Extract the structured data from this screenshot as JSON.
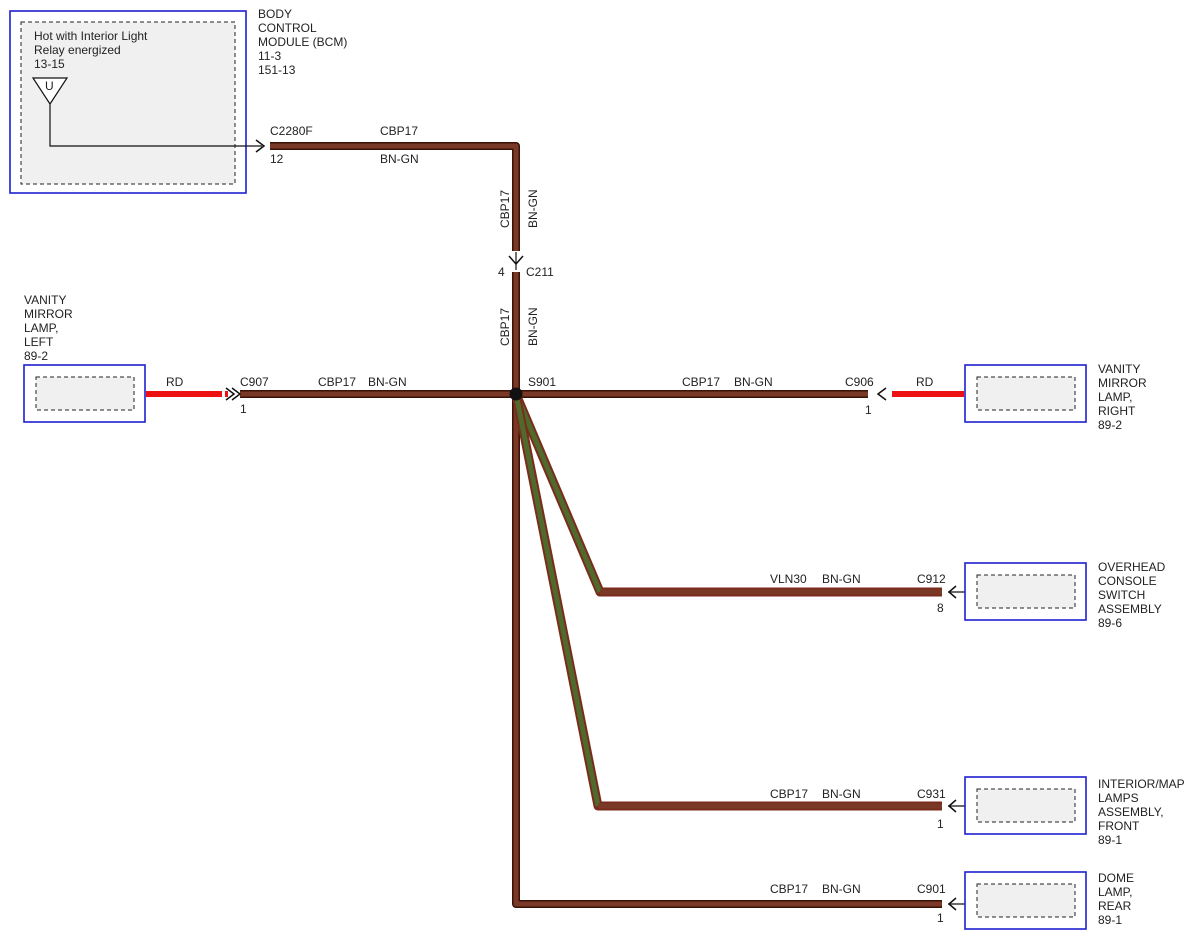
{
  "bcm": {
    "title_lines": [
      "BODY",
      "CONTROL",
      "MODULE (BCM)",
      "11-3",
      "151-13"
    ],
    "inner_text_lines": [
      "Hot with Interior Light",
      "Relay energized",
      "13-15"
    ],
    "symbol_letter": "U"
  },
  "c2280f": {
    "connector": "C2280F",
    "pin": "12",
    "circuit": "CBP17",
    "color": "BN-GN"
  },
  "vertical_upper": {
    "circuit": "CBP17",
    "color": "BN-GN"
  },
  "c211": {
    "connector": "C211",
    "pin": "4"
  },
  "vertical_lower": {
    "circuit": "CBP17",
    "color": "BN-GN"
  },
  "splice": {
    "label": "S901"
  },
  "vanity_left": {
    "title_lines": [
      "VANITY",
      "MIRROR",
      "LAMP,",
      "LEFT",
      "89-2"
    ],
    "lead_color": "RD",
    "connector": "C907",
    "pin": "1",
    "circuit": "CBP17",
    "color": "BN-GN"
  },
  "vanity_right": {
    "title_lines": [
      "VANITY",
      "MIRROR",
      "LAMP,",
      "RIGHT",
      "89-2"
    ],
    "lead_color": "RD",
    "connector": "C906",
    "pin": "1",
    "circuit": "CBP17",
    "color": "BN-GN"
  },
  "overhead": {
    "title_lines": [
      "OVERHEAD",
      "CONSOLE",
      "SWITCH",
      "ASSEMBLY",
      "89-6"
    ],
    "connector": "C912",
    "pin": "8",
    "circuit": "VLN30",
    "color": "BN-GN"
  },
  "interior_map": {
    "title_lines": [
      "INTERIOR/MAP",
      "LAMPS",
      "ASSEMBLY,",
      "FRONT",
      "89-1"
    ],
    "connector": "C931",
    "pin": "1",
    "circuit": "CBP17",
    "color": "BN-GN"
  },
  "dome": {
    "title_lines": [
      "DOME",
      "LAMP,",
      "REAR",
      " 89-1"
    ],
    "connector": "C901",
    "pin": "1",
    "circuit": "CBP17",
    "color": "BN-GN"
  },
  "colors": {
    "module_border": "#1f1fd0",
    "wire_brown": "#7a3826",
    "wire_red": "#ee1111",
    "wire_green_core": "#4f6a2c"
  }
}
